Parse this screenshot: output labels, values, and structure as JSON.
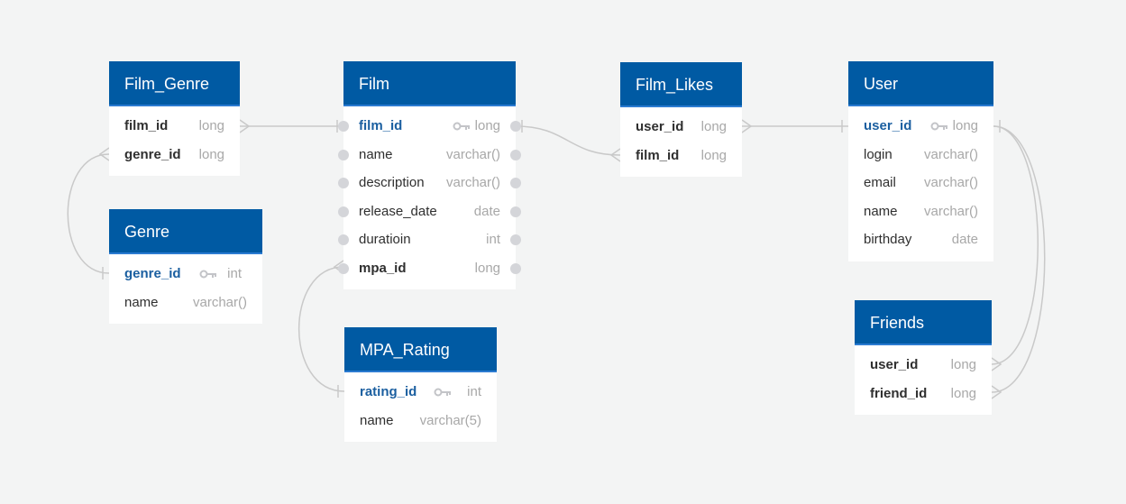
{
  "colors": {
    "background": "#f3f4f4",
    "header": "#005aa3",
    "primary_key_text": "#1b5fa0",
    "type_text": "#a8a8a8",
    "connector": "#c9c9c9"
  },
  "tables": {
    "film_genre": {
      "name": "Film_Genre",
      "columns": [
        {
          "name": "film_id",
          "type": "long"
        },
        {
          "name": "genre_id",
          "type": "long"
        }
      ]
    },
    "genre": {
      "name": "Genre",
      "columns": [
        {
          "name": "genre_id",
          "type": "int",
          "primary_key": true
        },
        {
          "name": "name",
          "type": "varchar()"
        }
      ]
    },
    "film": {
      "name": "Film",
      "columns": [
        {
          "name": "film_id",
          "type": "long",
          "primary_key": true
        },
        {
          "name": "name",
          "type": "varchar()"
        },
        {
          "name": "description",
          "type": "varchar()"
        },
        {
          "name": "release_date",
          "type": "date"
        },
        {
          "name": "duratioin",
          "type": "int"
        },
        {
          "name": "mpa_id",
          "type": "long"
        }
      ]
    },
    "mpa_rating": {
      "name": "MPA_Rating",
      "columns": [
        {
          "name": "rating_id",
          "type": "int",
          "primary_key": true
        },
        {
          "name": "name",
          "type": "varchar(5)"
        }
      ]
    },
    "film_likes": {
      "name": "Film_Likes",
      "columns": [
        {
          "name": "user_id",
          "type": "long"
        },
        {
          "name": "film_id",
          "type": "long"
        }
      ]
    },
    "user": {
      "name": "User",
      "columns": [
        {
          "name": "user_id",
          "type": "long",
          "primary_key": true
        },
        {
          "name": "login",
          "type": "varchar()"
        },
        {
          "name": "email",
          "type": "varchar()"
        },
        {
          "name": "name",
          "type": "varchar()"
        },
        {
          "name": "birthday",
          "type": "date"
        }
      ]
    },
    "friends": {
      "name": "Friends",
      "columns": [
        {
          "name": "user_id",
          "type": "long"
        },
        {
          "name": "friend_id",
          "type": "long"
        }
      ]
    }
  },
  "relationships": [
    {
      "from": "Film_Genre.film_id",
      "to": "Film.film_id",
      "from_cardinality": "many",
      "to_cardinality": "one"
    },
    {
      "from": "Film_Genre.genre_id",
      "to": "Genre.genre_id",
      "from_cardinality": "many",
      "to_cardinality": "one"
    },
    {
      "from": "Film.mpa_id",
      "to": "MPA_Rating.rating_id",
      "from_cardinality": "many",
      "to_cardinality": "one"
    },
    {
      "from": "Film_Likes.film_id",
      "to": "Film.film_id",
      "from_cardinality": "many",
      "to_cardinality": "one"
    },
    {
      "from": "Film_Likes.user_id",
      "to": "User.user_id",
      "from_cardinality": "many",
      "to_cardinality": "one"
    },
    {
      "from": "Friends.user_id",
      "to": "User.user_id",
      "from_cardinality": "many",
      "to_cardinality": "one"
    },
    {
      "from": "Friends.friend_id",
      "to": "User.user_id",
      "from_cardinality": "many",
      "to_cardinality": "one"
    }
  ]
}
